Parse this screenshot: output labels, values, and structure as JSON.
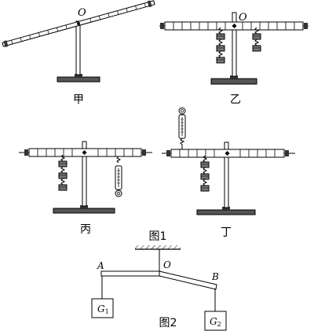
{
  "figure1": {
    "caption": "图1",
    "pivot_label": "O",
    "panels": [
      {
        "id": "jia",
        "label": "甲"
      },
      {
        "id": "yi",
        "label": "乙"
      },
      {
        "id": "bing",
        "label": "丙"
      },
      {
        "id": "ding",
        "label": "丁"
      }
    ]
  },
  "figure2": {
    "caption": "图2",
    "pivot_label": "O",
    "point_a": "A",
    "point_b": "B",
    "weight_left": {
      "main": "G",
      "sub": "1"
    },
    "weight_right": {
      "main": "G",
      "sub": "2"
    }
  }
}
